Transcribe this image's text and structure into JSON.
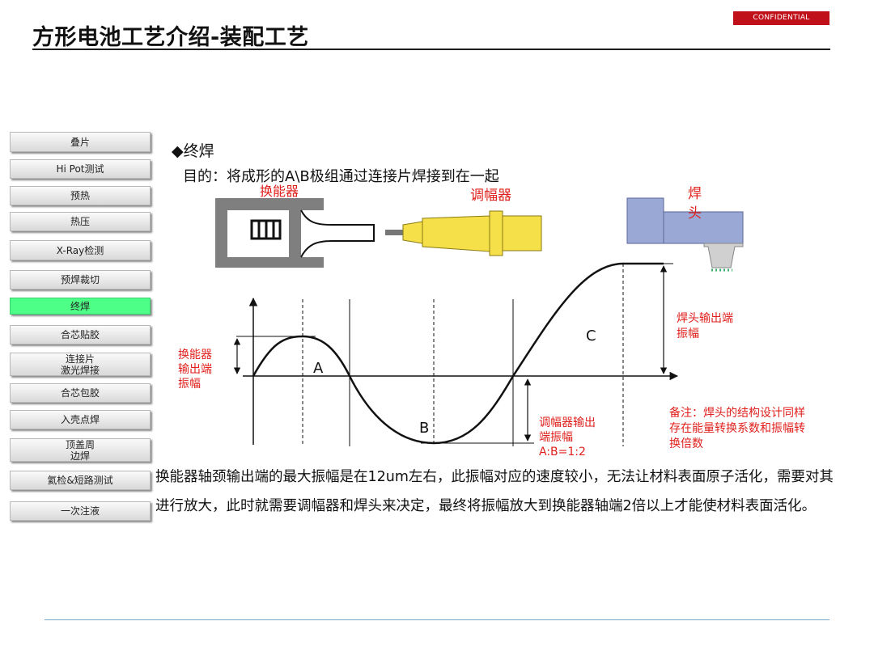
{
  "badge": "CONFIDENTIAL",
  "title": "方形电池工艺介绍-装配工艺",
  "sidebar": {
    "items": [
      {
        "label": "叠片"
      },
      {
        "label": "Hi Pot测试"
      },
      {
        "label": "预热"
      },
      {
        "label": "热压"
      },
      {
        "label": "X-Ray检测"
      },
      {
        "label": "预焊裁切"
      },
      {
        "label": "终焊",
        "active": true
      },
      {
        "label": "合芯贴胶"
      },
      {
        "label_line1": "连接片",
        "label_line2": "激光焊接"
      },
      {
        "label": "合芯包胶"
      },
      {
        "label": "入壳点焊"
      },
      {
        "label_line1": "顶盖周",
        "label_line2": "边焊"
      },
      {
        "label": "氦检&短路测试"
      },
      {
        "label": "一次注液"
      }
    ]
  },
  "content": {
    "section_head": "◆终焊",
    "purpose": "目的：将成形的A\\B极组通过连接片焊接到在一起",
    "paragraph": "换能器轴颈输出端的最大振幅是在12um左右，此振幅对应的速度较小，无法让材料表面原子活化，需要对其进行放大，此时就需要调幅器和焊头来决定，最终将振幅放大到换能器轴端2倍以上才能使材料表面活化。"
  },
  "diagram": {
    "labels": {
      "transducer": "换能器",
      "booster": "调幅器",
      "horn_line1": "焊",
      "horn_line2": "头",
      "transducer_amp_1": "换能器",
      "transducer_amp_2": "输出端",
      "transducer_amp_3": "振幅",
      "booster_amp_1": "调幅器输出",
      "booster_amp_2": "端振幅",
      "ratio": "A:B=1:2",
      "horn_amp_1": "焊头输出端",
      "horn_amp_2": "振幅",
      "note_1": "备注：焊头的结构设计同样",
      "note_2": "存在能量转换系数和振幅转",
      "note_3": "换倍数",
      "point_a": "A",
      "point_b": "B",
      "point_c": "C"
    },
    "colors": {
      "label_red": "#e0201c",
      "booster_yellow": "#f5e04a",
      "horn_blue": "#9aa8d6",
      "transducer_gray": "#7f7f7f",
      "tip_gray": "#d0d0d0"
    }
  }
}
